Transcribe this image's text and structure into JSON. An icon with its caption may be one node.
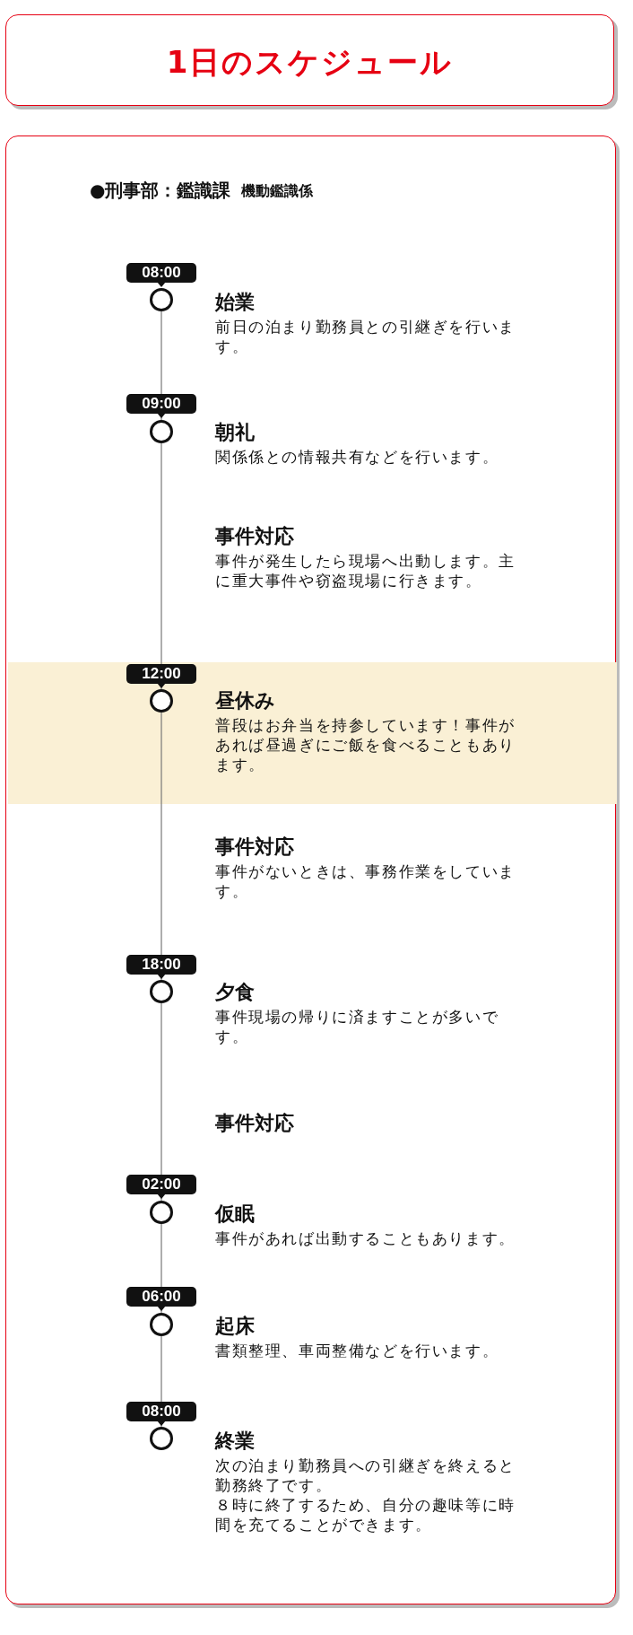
{
  "diagram": {
    "title": "1日のスケジュール",
    "nodes": [
      {
        "text": [
          "08:00"
        ]
      },
      {
        "text": [],
        "shape": "circle"
      },
      {
        "text": [
          "始業",
          "前日の泊まり勤務員との引継ぎを行います。"
        ]
      },
      {
        "text": [
          "09:00"
        ]
      },
      {
        "text": [],
        "shape": "circle"
      },
      {
        "text": [
          "朝礼",
          "関係係との情報共有などを行います。"
        ]
      },
      {
        "text": [
          "事件対応",
          "事件が発生したら現場へ出動します。主に重大事件や窃盗現場に行きます。"
        ]
      },
      {
        "text": [],
        "shape": "bar"
      },
      {
        "text": [
          "12:00"
        ],
        "in": 7
      },
      {
        "text": [],
        "shape": "circle",
        "in": 7
      },
      {
        "text": [
          "昼休み",
          "普段はお弁当を持参しています！事件があれば昼過ぎにご飯を食べることもあります。"
        ],
        "in": 7
      },
      {
        "text": [
          "事件対応",
          "事件がないときは、事務作業をしています。"
        ]
      },
      {
        "text": [
          "18:00"
        ]
      },
      {
        "text": [],
        "shape": "circle"
      },
      {
        "text": [
          "夕食",
          "事件現場の帰りに済ますことが多いです。"
        ]
      },
      {
        "text": [
          "事件対応"
        ]
      },
      {
        "text": [
          "02:00"
        ]
      },
      {
        "text": [],
        "shape": "circle"
      },
      {
        "text": [
          "仮眠",
          "事件があれば出動することもあります。"
        ]
      },
      {
        "text": [
          "06:00"
        ]
      },
      {
        "text": [],
        "shape": "circle"
      },
      {
        "text": [
          "起床",
          "書類整理、車両整備などを行います。"
        ]
      },
      {
        "text": [
          "08:00"
        ]
      },
      {
        "text": [],
        "shape": "circle"
      },
      {
        "text": [
          "終業",
          "次の泊まり勤務員への引継ぎを終えると勤務終了です。",
          "８時に終了するため、自分の趣味等に時間を充てることができます。"
        ]
      }
    ],
    "edges": [
      {
        "from": 1,
        "to": 4,
        "arrow": "none"
      },
      {
        "from": 4,
        "to": 9,
        "arrow": "none"
      },
      {
        "from": 9,
        "to": 13,
        "arrow": "none"
      },
      {
        "from": 13,
        "to": 17,
        "arrow": "none"
      },
      {
        "from": 17,
        "to": 20,
        "arrow": "none"
      },
      {
        "from": 20,
        "to": 23,
        "arrow": "none"
      }
    ],
    "labels": [
      "●刑事部：鑑識課",
      "機動鑑識係"
    ]
  }
}
